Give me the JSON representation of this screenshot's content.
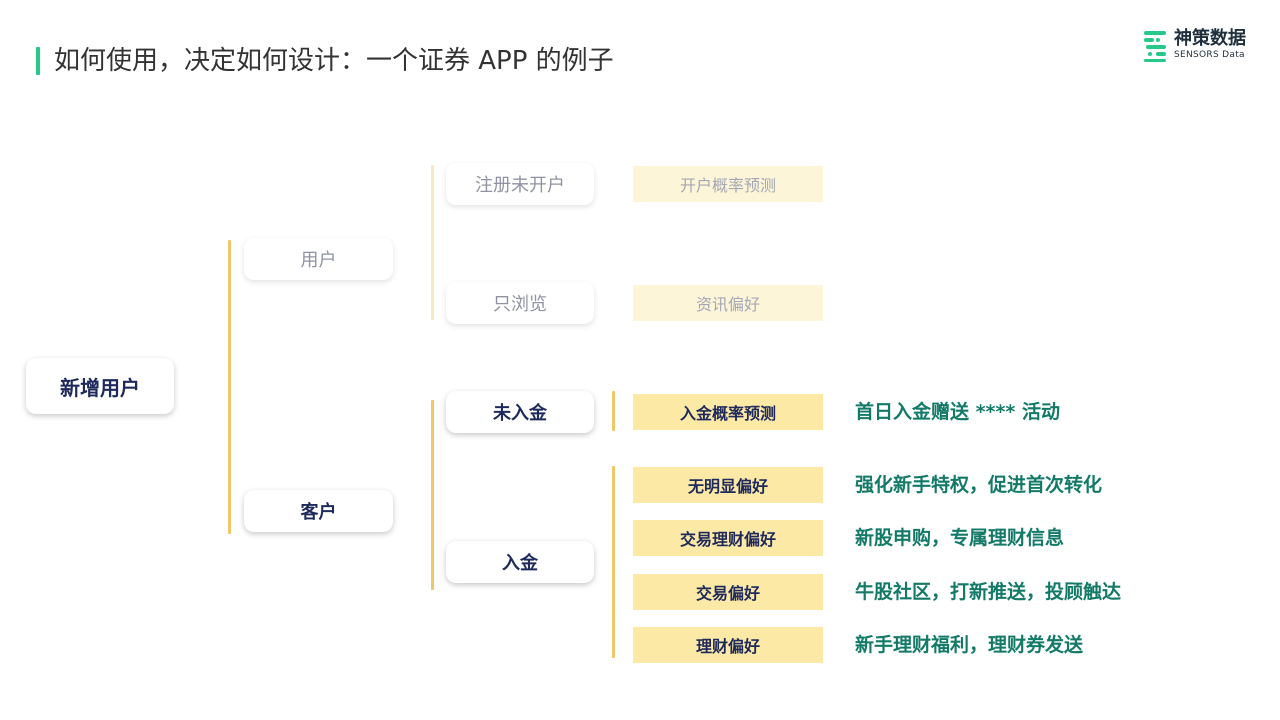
{
  "title": "如何使用，决定如何设计：一个证券 APP 的例子",
  "logo": {
    "cn": "神策数据",
    "en": "SENSORS Data",
    "icon": "sensors-data-logo-icon",
    "color": "#26c98a"
  },
  "tree": {
    "root": "新增用户",
    "level1": {
      "user": "用户",
      "customer": "客户"
    },
    "level2": {
      "registered_not_opened": "注册未开户",
      "browse_only": "只浏览",
      "not_deposited": "未入金",
      "deposited": "入金"
    },
    "tags": {
      "open_prob": "开户概率预测",
      "news_pref": "资讯偏好",
      "deposit_prob": "入金概率预测",
      "no_pref": "无明显偏好",
      "trade_finance_pref": "交易理财偏好",
      "trade_pref": "交易偏好",
      "finance_pref": "理财偏好"
    },
    "actions": {
      "deposit_prob": "首日入金赠送 **** 活动",
      "no_pref": "强化新手特权，促进首次转化",
      "trade_finance_pref": "新股申购，专属理财信息",
      "trade_pref": "牛股社区，打新推送，投顾触达",
      "finance_pref": "新手理财福利，理财券发送"
    }
  },
  "colors": {
    "accent": "#26c98a",
    "card_text": "#1e2a5c",
    "muted_text": "#8f93a3",
    "tag_bright": "#fde9a6",
    "tag_pale": "#fdf5d8",
    "connector_bright": "#f0c766",
    "connector_pale": "#f8e8bd",
    "action_text": "#137a68"
  }
}
